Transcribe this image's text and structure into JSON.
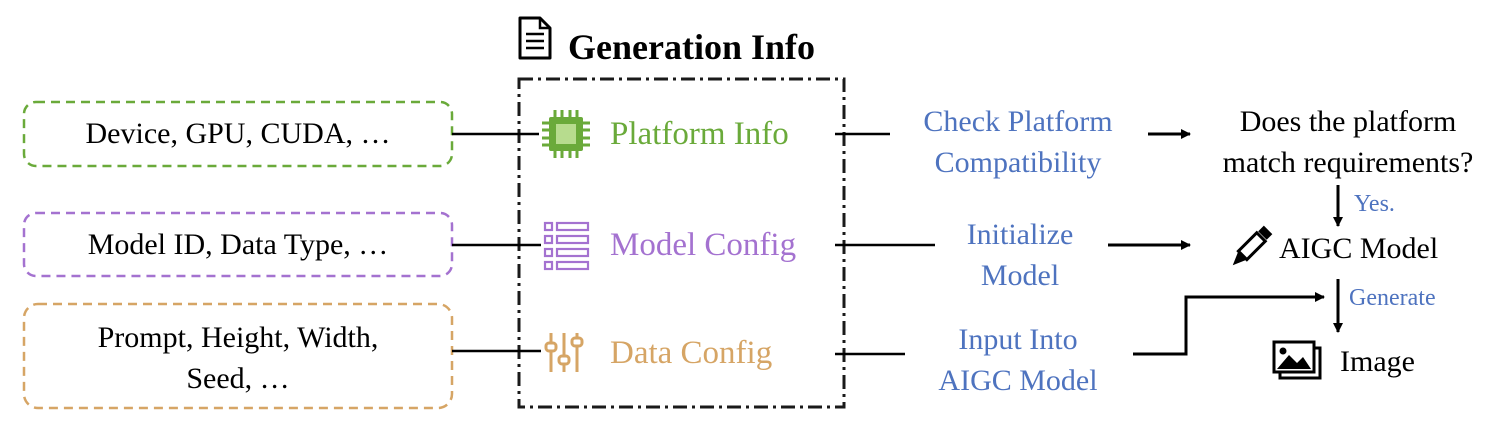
{
  "title": "Generation Info",
  "colors": {
    "platform": "#6aaa3a",
    "model": "#a472d0",
    "data": "#d6a565",
    "action": "#4e73bf",
    "frame": "#1a1a1a"
  },
  "inputs": {
    "platform": "Device, GPU, CUDA, …",
    "model": "Model ID, Data Type, …",
    "data_line1": "Prompt, Height, Width,",
    "data_line2": "Seed, …"
  },
  "categories": {
    "platform": "Platform Info",
    "model": "Model Config",
    "data": "Data Config"
  },
  "actions": {
    "check_line1": "Check Platform",
    "check_line2": "Compatibility",
    "init_line1": "Initialize",
    "init_line2": "Model",
    "input_line1": "Input Into",
    "input_line2": "AIGC Model"
  },
  "outputs": {
    "question_line1": "Does the platform",
    "question_line2": "match requirements?",
    "yes": "Yes.",
    "model": "AIGC Model",
    "generate": "Generate",
    "image": "Image"
  },
  "icons": {
    "title": "document-icon",
    "platform": "chip-icon",
    "model": "list-icon",
    "data": "sliders-icon",
    "model_output": "pencil-icon",
    "image_output": "image-icon"
  }
}
